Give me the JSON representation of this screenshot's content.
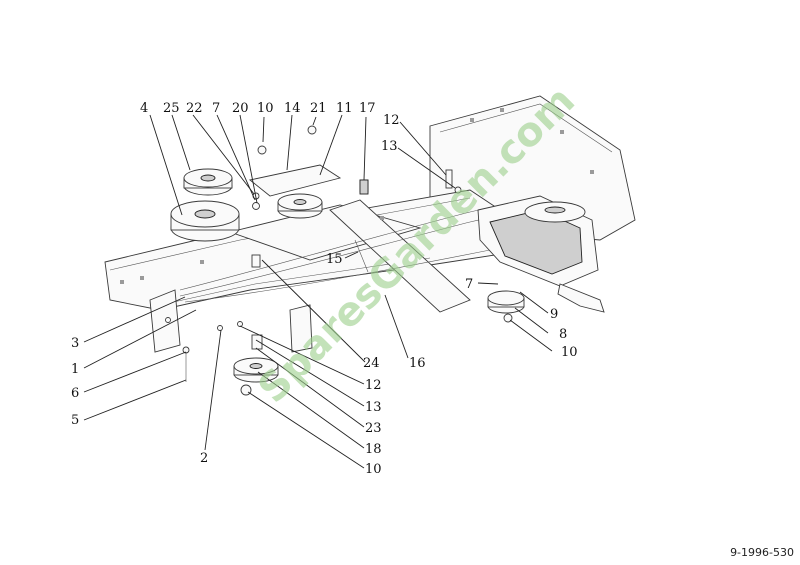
{
  "diagram": {
    "callouts": {
      "c4": "4",
      "c25": "25",
      "c22": "22",
      "c7a": "7",
      "c20": "20",
      "c10a": "10",
      "c14": "14",
      "c21": "21",
      "c11": "11",
      "c17": "17",
      "c12a": "12",
      "c13a": "13",
      "c15": "15",
      "c7b": "7",
      "c9": "9",
      "c8": "8",
      "c10b": "10",
      "c3": "3",
      "c1": "1",
      "c6": "6",
      "c5": "5",
      "c2": "2",
      "c24": "24",
      "c16": "16",
      "c12b": "12",
      "c13b": "13",
      "c23": "23",
      "c18": "18",
      "c10c": "10"
    },
    "watermark": "SparesGarden.com",
    "reference": "9-1996-530"
  }
}
